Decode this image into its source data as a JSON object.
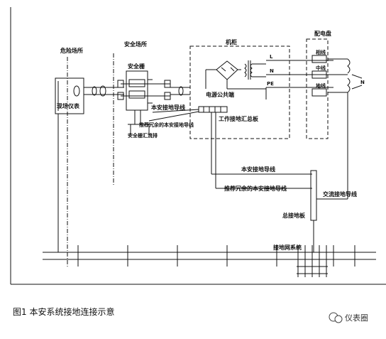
{
  "labels": {
    "hazard_area": "危险场所",
    "safe_area": "安全场所",
    "cabinet": "机柜",
    "distribution_box": "配电盘",
    "safety_barrier": "安全栅",
    "field_instrument": "现场仪表",
    "is_ground_conductor": "本安接地导线",
    "redundant_is_ground": "推荐冗余的本安接地导线",
    "barrier_busbar": "安全栅汇流排",
    "power_common": "电源公共端",
    "work_ground_busbar": "工作接地汇总板",
    "is_ground_conductor_2": "本安接地导线",
    "redundant_is_ground_2": "推荐冗余的本安接地导线",
    "ac_ground_conductor": "交流接地导线",
    "main_ground_plate": "总接地板",
    "grounding_grid": "接地网系统",
    "phase_wire": "相线",
    "neutral_wire": "中线",
    "ground_wire": "地线",
    "L": "L",
    "N": "N",
    "PE": "PE",
    "N_right": "N"
  },
  "caption": "图1 本安系统接地连接示意",
  "watermark": "仪表圈"
}
